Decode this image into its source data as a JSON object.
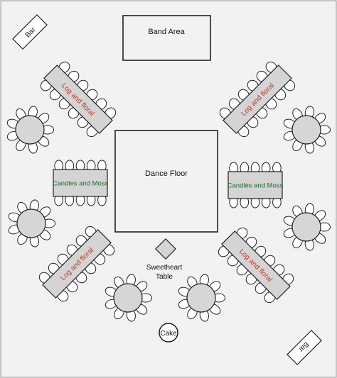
{
  "labels": {
    "band_area": "Band Area",
    "dance_floor": "Dance Floor",
    "bar_top": "Bar",
    "bar_bottom": "Bar",
    "sweetheart_line1": "Sweetheart",
    "sweetheart_line2": "Table",
    "cake": "Cake",
    "log_floral": "Log and floral",
    "candles_moss": "Candles and Moss"
  },
  "colors": {
    "background": "#f2f2f2",
    "table_fill": "#d4d4d4",
    "round_fill": "#d6d6d6",
    "chair_fill": "#ffffff",
    "stroke": "#222222",
    "log_floral_text": "#c0392b",
    "candles_moss_text": "#1e6b2c"
  }
}
